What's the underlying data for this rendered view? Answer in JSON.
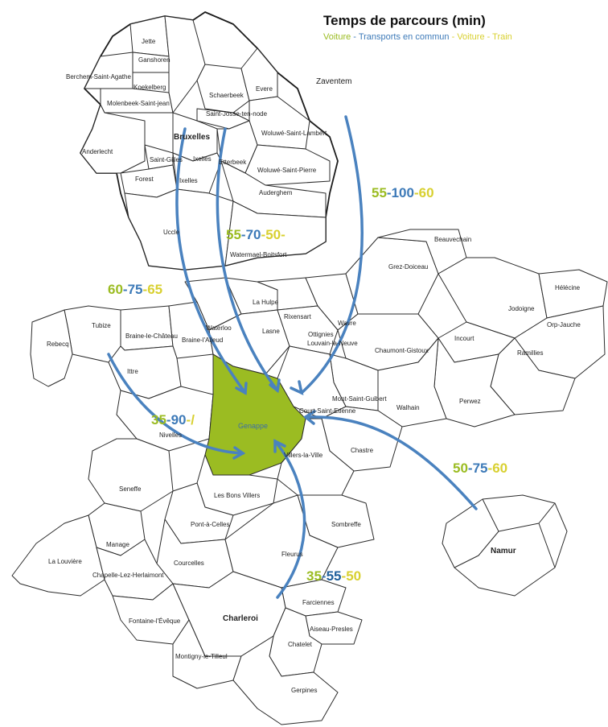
{
  "legend": {
    "title": "Temps de parcours (min)",
    "voiture": "Voiture",
    "sep1": " - ",
    "transports": "Transports en commun",
    "sep2": " - ",
    "train": "Voiture - Train"
  },
  "colors": {
    "car": "#9bbc22",
    "transit": "#3d7ab8",
    "train": "#d8d030",
    "genappe": "#9bbc22",
    "arrow": "#4a82bf"
  },
  "labels": {
    "jette": "Jette",
    "ganshoren": "Ganshoren",
    "berchem": "Berchem-Saint-Agathe",
    "koekelberg": "Koekelberg",
    "molenbeek": "Molenbeek-Saint-jean",
    "anderlecht": "Anderlecht",
    "schaerbeek": "Schaerbeek",
    "evere": "Evere",
    "zaventem": "Zaventem",
    "saint_josse": "Saint-Josse-ten-node",
    "bruxelles": "Bruxelles",
    "woluwe_lambert": "Woluwé-Saint-Lambert",
    "saint_gilles": "Saint-Gilles",
    "ixelles_top": "Ixelles",
    "etterbeek": "Etterbeek",
    "forest": "Forest",
    "ixelles": "Ixelles",
    "woluwe_pierre": "Woluwé-Saint-Pierre",
    "auderghem": "Auderghem",
    "uccle": "Uccle",
    "watermael": "Watermael-Boitsfort",
    "la_hulpe": "La Hulpe",
    "rixensart": "Rixensart",
    "beauvechain": "Beauvechain",
    "grez": "Grez-Doiceau",
    "helecine": "Hélécine",
    "jodoigne": "Jodoigne",
    "waterloo": "Waterloo",
    "wavre": "Wavre",
    "tubize": "Tubize",
    "braine_chateau": "Braine-le-Château",
    "braine_alleud": "Braine-l'Alleud",
    "lasne": "Lasne",
    "ottignies": "Ottignies",
    "louvain": "Louvain-la-Neuve",
    "chaumont": "Chaumont-Gistoux",
    "incourt": "Incourt",
    "orp": "Orp-Jauche",
    "rebecq": "Rebecq",
    "ittre": "Ittre",
    "ramillies": "Ramillies",
    "mont_guibert": "Mont-Saint-Guibert",
    "genappe": "Genappe",
    "court": "Court-Saint-Etienne",
    "walhain": "Walhain",
    "perwez": "Perwez",
    "nivelles": "Nivelles",
    "chastre": "Chastre",
    "villers": "Villers-la-Ville",
    "seneffe": "Seneffe",
    "bons_villers": "Les Bons Villers",
    "sombreffe": "Sombreffe",
    "pont_celles": "Pont-à-Celles",
    "namur": "Namur",
    "manage": "Manage",
    "la_louviere": "La Louvière",
    "courcelles": "Courcelles",
    "fleurus": "Fleurus",
    "chapelle": "Chapelle-Lez-Herlaimont",
    "farciennes": "Farciennes",
    "fontaine": "Fontaine-l'Évêque",
    "charleroi": "Charleroi",
    "aiseau": "Aiseau-Presles",
    "chatelet": "Chatelet",
    "montigny": "Montigny-le-Tilleul",
    "gerpines": "Gerpines"
  },
  "travel_times": {
    "zaventem": {
      "car": "55",
      "d1": "-",
      "transit": "100",
      "d2": "-",
      "train": "60"
    },
    "watermael": {
      "car": "55",
      "d1": "-",
      "transit": "70",
      "d2": "-",
      "train": "50",
      "tail": "-"
    },
    "bruxelles": {
      "car": "60",
      "d1": "-",
      "transit": "75",
      "d2": "-",
      "train": "65"
    },
    "tubize": {
      "car": "35",
      "d1": "-",
      "transit": "90",
      "d2": "-",
      "train": "/"
    },
    "namur": {
      "car": "50",
      "d1": "-",
      "transit": "75",
      "d2": "-",
      "train": "60"
    },
    "charleroi": {
      "car": "35",
      "d1": "-",
      "transit": "55",
      "d2": "-",
      "train": "50"
    }
  }
}
